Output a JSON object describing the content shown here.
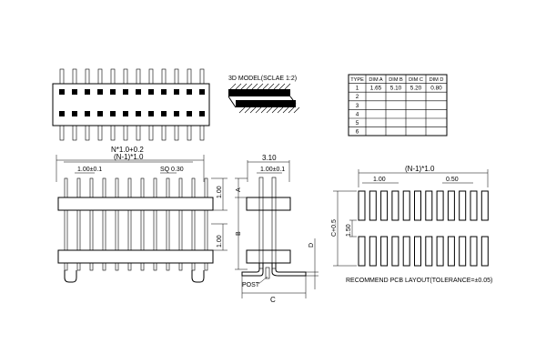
{
  "model_label": "3D MODEL(SCLAE 1:2)",
  "table": {
    "headers": [
      "TYPE",
      "DIM A",
      "DIM B",
      "DIM C",
      "DIM D"
    ],
    "rows": [
      [
        "1",
        "1.65",
        "5.10",
        "5.20",
        "0.80"
      ],
      [
        "2",
        "",
        "",
        "",
        ""
      ],
      [
        "3",
        "",
        "",
        "",
        ""
      ],
      [
        "4",
        "",
        "",
        "",
        ""
      ],
      [
        "5",
        "",
        "",
        "",
        ""
      ],
      [
        "6",
        "",
        "",
        "",
        ""
      ]
    ]
  },
  "front_view": {
    "overall_dim": "N*1.0+0.2",
    "span_dim": "(N-1)*1.0",
    "pitch_dim": "1.00±0.1",
    "square_dim": "SQ 0.30",
    "height_upper": "1.00",
    "height_lower": "1.00"
  },
  "side_view": {
    "width_dim": "3.10",
    "pitch_dim": "1.00±0.1",
    "label_a": "A",
    "label_b": "B",
    "label_c": "C",
    "label_d": "D",
    "post_label": "POST"
  },
  "pcb_layout": {
    "span_dim": "(N-1)*1.0",
    "pad_dim": "1.00",
    "gap_dim": "0.50",
    "height_dim": "C+0.5",
    "row_dim": "1.50",
    "caption": "RECOMMEND PCB LAYOUT(TOLERANCE=±0.05)"
  }
}
